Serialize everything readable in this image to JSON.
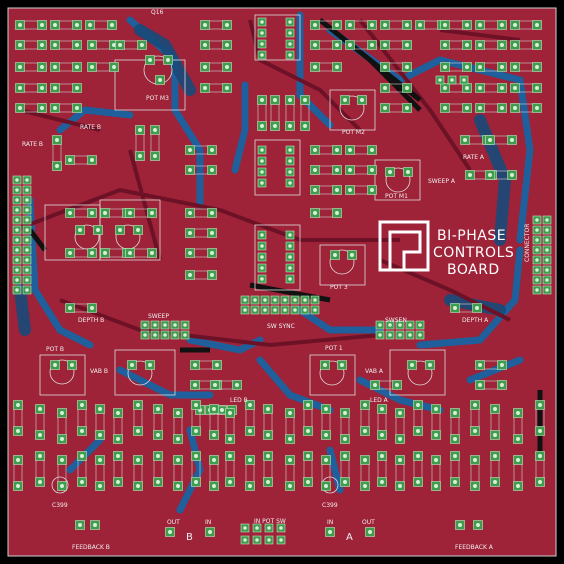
{
  "board": {
    "title_line1": "BI-PHASE",
    "title_line2": "CONTROLS",
    "title_line3": "BOARD"
  },
  "labels": {
    "q16": "Q16",
    "pot_m3": "POT M3",
    "rate_b": "RATE B",
    "rate_b_left": "RATE B",
    "pot_m2": "POT M2",
    "rate_a": "RATE A",
    "sweep_a": "SWEEP A",
    "pot_m1": "POT M1",
    "pot_3": "POT 3",
    "depth_b": "DEPTH B",
    "sweep": "SWEEP",
    "sw_sync": "SW SYNC",
    "sw_b": "SWSEN",
    "depth_a": "DEPTH A",
    "pot_b": "POT B",
    "pot_1": "POT 1",
    "vab_b": "VAB B",
    "vab_a": "VAB A",
    "led_b": "LED B",
    "led_a": "LED A",
    "c_b": "C399",
    "c_a": "C399",
    "out_b": "OUT",
    "in_b": "IN",
    "in_pot_sw": "IN POT SW",
    "in_a": "IN",
    "out_a": "OUT",
    "feedback_b": "FEEDBACK B",
    "feedback_a": "FEEDBACK A",
    "b_mark": "B",
    "a_mark": "A",
    "conn_right": "CONNECTOR"
  },
  "colors": {
    "copper_top": "#a2243c",
    "copper_bottom": "#1f5f9c",
    "pad": "#3f9d4e",
    "silk": "#e8e8e8",
    "outline": "#cfcfcf"
  }
}
